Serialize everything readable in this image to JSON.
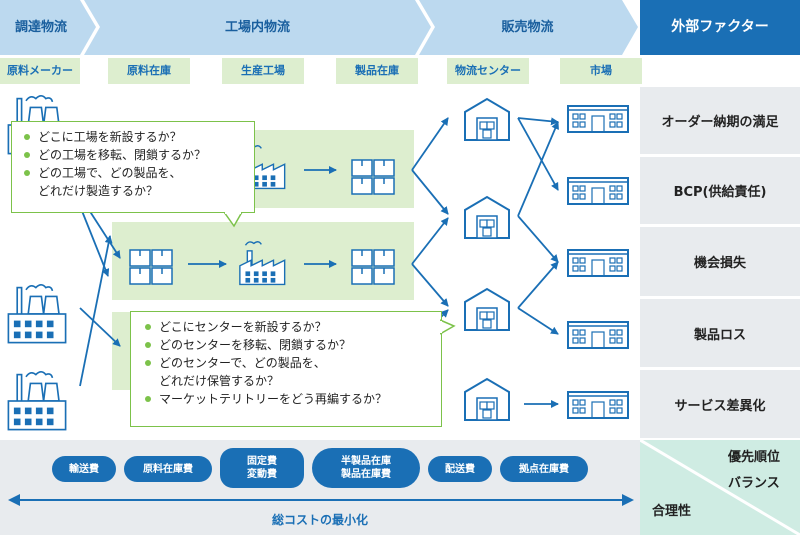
{
  "stages": {
    "procurement": "調達物流",
    "in_factory": "工場内物流",
    "sales": "販売物流"
  },
  "external_header": "外部ファクター",
  "sub_labels": [
    "原料メーカー",
    "原料在庫",
    "生産工場",
    "製品在庫",
    "物流センター",
    "市場"
  ],
  "external_factors": [
    "オーダー納期の満足",
    "BCP(供給責任)",
    "機会損失",
    "製品ロス",
    "サービス差異化"
  ],
  "callout_factory": [
    "どこに工場を新設するか？",
    "どの工場を移転、閉鎖するか？",
    "どの工場で、どの製品を、",
    "どれだけ製造するか？"
  ],
  "callout_center": [
    "どこにセンターを新設するか？",
    "どのセンターを移転、閉鎖するか？",
    "どのセンターで、どの製品を、",
    "どれだけ保管するか？",
    "マーケットテリトリーをどう再編するか？"
  ],
  "cost_items": {
    "transport": "輸送費",
    "material_inventory": "原料在庫費",
    "fixed_cost": "固定費",
    "variable_cost": "変動費",
    "semi_inventory": "半製品在庫",
    "product_inventory": "製品在庫費",
    "delivery": "配送費",
    "base_inventory": "拠点在庫費"
  },
  "total_cost_label": "総コストの最小化",
  "bottom_right": {
    "priority": "優先順位",
    "balance": "バランス",
    "rationality": "合理性"
  },
  "colors": {
    "primary_blue": "#1a6fb5",
    "light_blue": "#bcd9ef",
    "light_green": "#ddeecf",
    "accent_green": "#7cc24a",
    "gray": "#e8ebee"
  }
}
